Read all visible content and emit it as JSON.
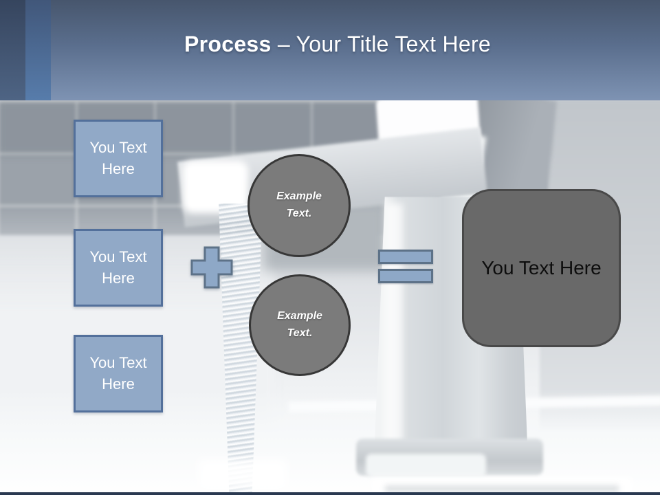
{
  "header": {
    "title_bold": "Process",
    "title_rest": " – Your Title Text Here"
  },
  "input_boxes": [
    {
      "label": "You Text Here"
    },
    {
      "label": "You Text Here"
    },
    {
      "label": "You Text Here"
    }
  ],
  "operators": {
    "plus": "plus-icon",
    "equals": "equals-icon"
  },
  "example_circles": [
    {
      "label": "Example Text."
    },
    {
      "label": "Example Text."
    }
  ],
  "result_box": {
    "label": "You Text Here"
  },
  "colors": {
    "accent_blue_fill": "#8EA8C7",
    "accent_blue_border": "#5D7288",
    "box_fill": "#91A9C7",
    "box_border": "#53709B",
    "circle_fill": "#7B7B7B",
    "circle_border": "#373737",
    "result_fill": "#696969",
    "result_border": "#494949",
    "header_gradient_top": "#47566D",
    "header_gradient_bottom": "#7E93B3",
    "footer_bar": "#2A3950"
  }
}
